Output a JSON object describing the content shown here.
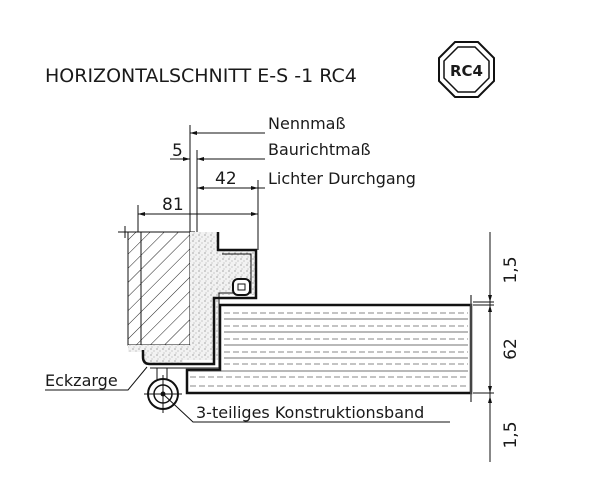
{
  "title": "HORIZONTALSCHNITT E-S -1 RC4",
  "badge": "RC4",
  "dimensions": {
    "nennmass_label": "Nennmaß",
    "baurichtmass_label": "Baurichtmaß",
    "baurichtmass_value": "5",
    "lichter_label": "Lichter Durchgang",
    "lichter_value": "42",
    "frame_width_value": "81",
    "top_gap": "1,5",
    "leaf_thickness": "62",
    "bottom_gap": "1,5"
  },
  "labels": {
    "frame": "Eckzarge",
    "hinge": "3-teiliges Konstruktionsband"
  }
}
